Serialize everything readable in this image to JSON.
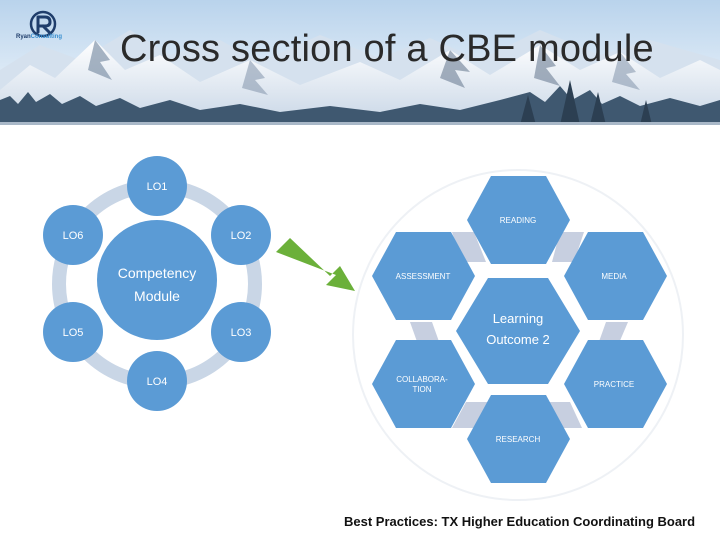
{
  "title": "Cross section of a CBE module",
  "logo": {
    "brand_part1": "Ryan",
    "brand_part2": "Consulting"
  },
  "left_diagram": {
    "center": [
      "Competency",
      "Module"
    ],
    "nodes": [
      "LO1",
      "LO2",
      "LO3",
      "LO4",
      "LO5",
      "LO6"
    ]
  },
  "right_diagram": {
    "center": [
      "Learning",
      "Outcome 2"
    ],
    "hexagons": {
      "reading": [
        "READING"
      ],
      "media": [
        "MEDIA"
      ],
      "practice": [
        "PRACTICE"
      ],
      "research": [
        "RESEARCH"
      ],
      "collaboration": [
        "COLLABORA-",
        "TION"
      ],
      "assessment": [
        "ASSESSMENT"
      ]
    }
  },
  "caption": "Best Practices: TX Higher Education Coordinating Board",
  "colors": {
    "circle_fill": "#5b9bd5",
    "ring": "#c9d6e6",
    "hex_fill": "#5b9bd5",
    "hex_connector": "#c7cfe0",
    "arrow": "#6bb03a",
    "text_light": "#ffffff"
  }
}
